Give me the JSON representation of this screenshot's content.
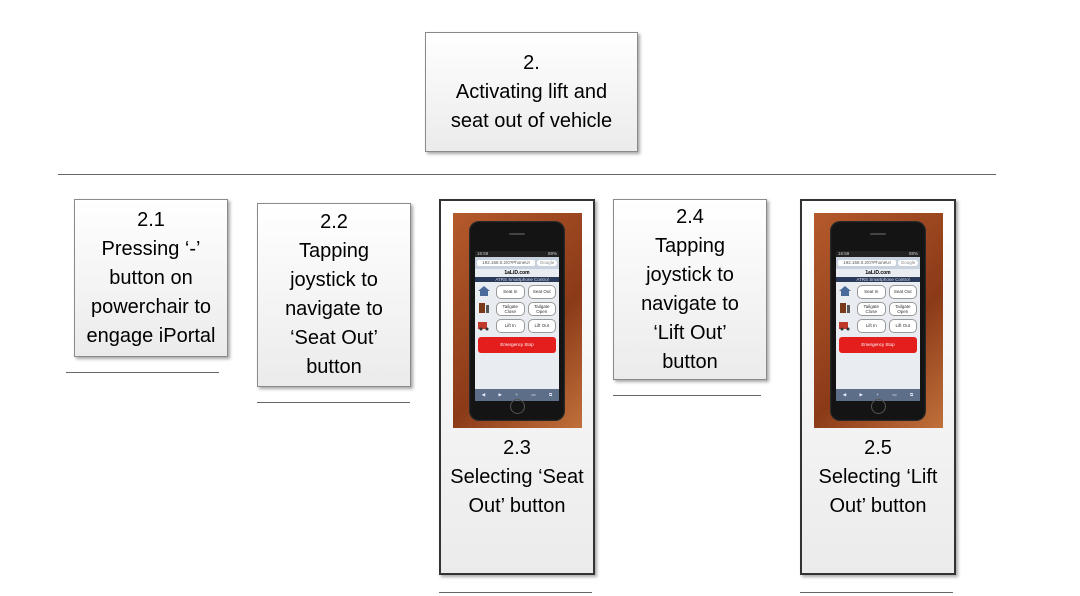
{
  "root": {
    "lines": [
      "2.",
      "Activating lift and",
      "seat out of vehicle"
    ]
  },
  "steps": [
    {
      "id": "2.1",
      "lines": [
        "2.1",
        "Pressing ‘-’",
        "button on",
        "powerchair to",
        "engage iPortal"
      ]
    },
    {
      "id": "2.2",
      "lines": [
        "2.2",
        "Tapping",
        "joystick to",
        "navigate to",
        "‘Seat Out’",
        "button"
      ]
    },
    {
      "id": "2.3",
      "lines": [
        "2.3",
        "Selecting ‘Seat",
        "Out’ button"
      ]
    },
    {
      "id": "2.4",
      "lines": [
        "2.4",
        "Tapping",
        "joystick to",
        "navigate to",
        "‘Lift Out’",
        "button"
      ]
    },
    {
      "id": "2.5",
      "lines": [
        "2.5",
        "Selecting ‘Lift",
        "Out’ button"
      ]
    }
  ],
  "phone_screen": {
    "status_time": "16:59",
    "status_battery": "88%",
    "page_title": "ATRS Enabled",
    "address": "192.168.0.2/0?PhoneUI",
    "google": "Google",
    "site_name": "1aLiD.com",
    "strip_text": "ATRS Smartphone Control",
    "buttons": [
      [
        "Seat In",
        "Seat Out"
      ],
      [
        "Tailgate Close",
        "Tailgate Open"
      ],
      [
        "Lift In",
        "Lift Out"
      ]
    ],
    "emergency": "Emergency Stop",
    "toolbar": [
      "◀",
      "▶",
      "+",
      "▭",
      "⧉"
    ]
  },
  "colors": {
    "phone_red": "#e41d1d",
    "wood_background": "#a0522d"
  }
}
